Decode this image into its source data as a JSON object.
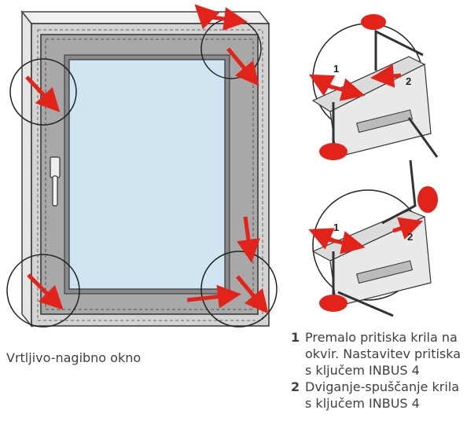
{
  "caption": "Vrtljivo-nagibno okno",
  "legend": [
    {
      "num": "1",
      "text": "Premalo pritiska krila na okvir. Nastavitev pritiska s ključem INBUS 4"
    },
    {
      "num": "2",
      "text": "Dviganje-spuščanje krila s ključem INBUS 4"
    }
  ],
  "detail_labels": {
    "top_1": "1",
    "top_2": "2",
    "bottom_1": "1",
    "bottom_2": "2"
  },
  "colors": {
    "arrow_red": "#e2231a",
    "frame_gray": "#c8c8c8",
    "sash_gray": "#9a9a9a",
    "glass": "#cfe6f2"
  },
  "icons": [
    "adjust-arrow-icon",
    "rotate-arrow-icon",
    "hex-key-icon"
  ]
}
